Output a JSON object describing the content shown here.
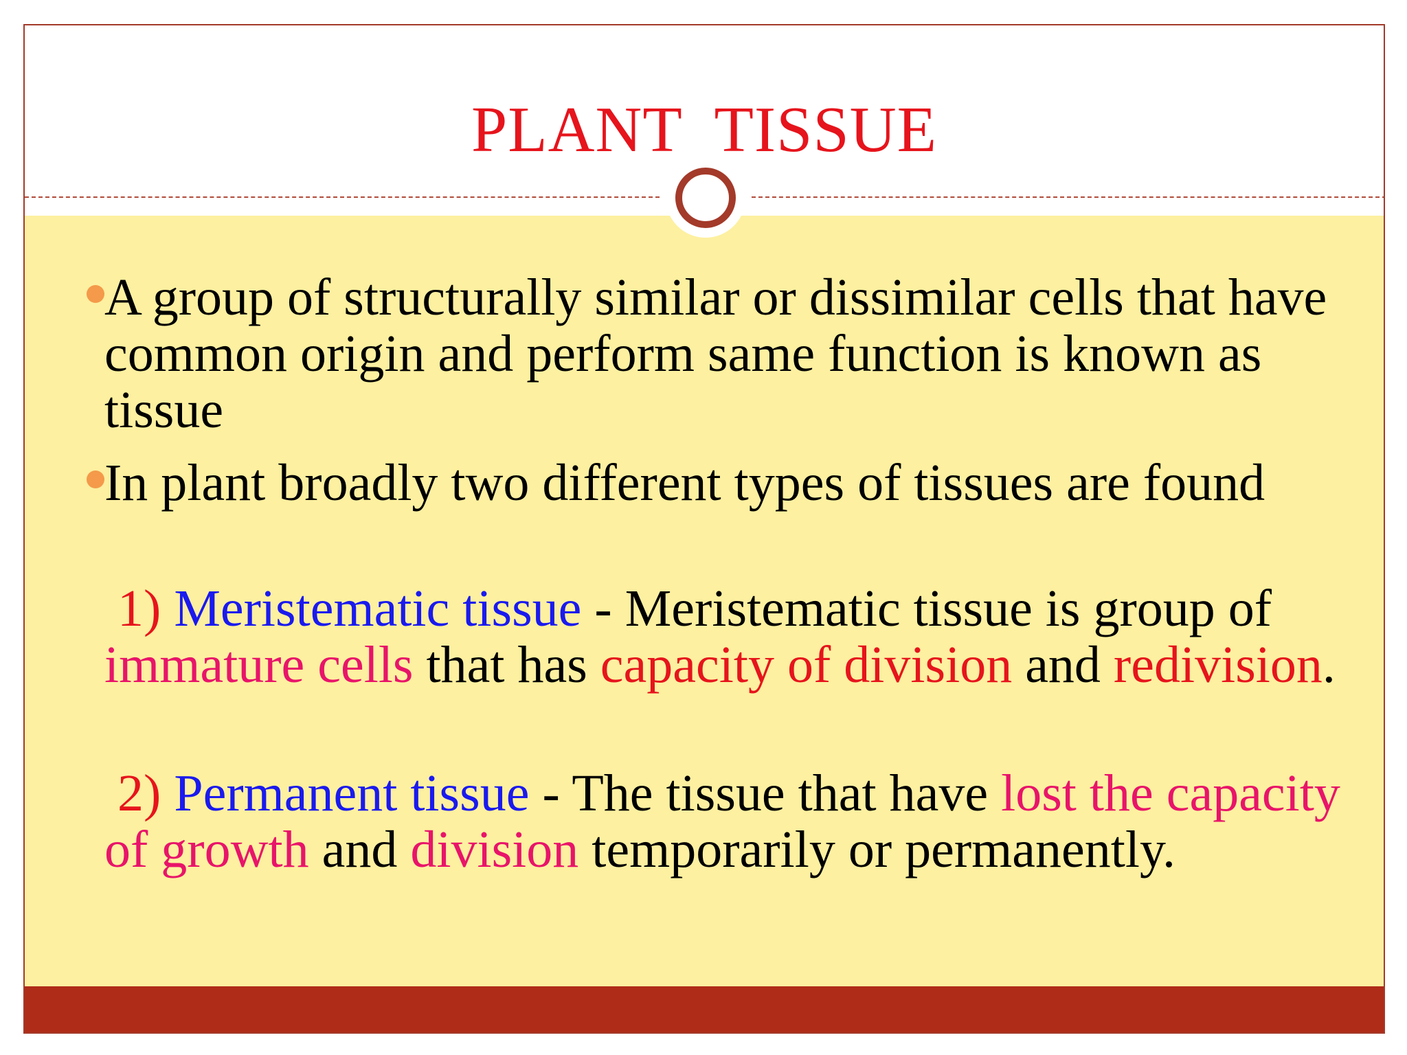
{
  "slide": {
    "title": "PLANT  TISSUE",
    "bullets": [
      {
        "text": "A group of structurally similar or dissimilar cells that have common origin and perform same function is known as tissue"
      },
      {
        "text": "In plant broadly two different types of tissues are found"
      }
    ],
    "sub_items": [
      {
        "number": "1)",
        "term": "Meristematic tissue",
        "t1": " - Meristematic tissue is group of ",
        "h1": "immature cells",
        "t2": " that has ",
        "h2": "capacity of division",
        "t3": " and ",
        "h3": "redivision",
        "t4": "."
      },
      {
        "number": "2)",
        "term": "Permanent tissue",
        "t1": " - The tissue that have ",
        "h1": "lost the capacity of growth",
        "t2": " and ",
        "h2": "division",
        "t3": " temporarily or permanently."
      }
    ]
  },
  "colors": {
    "title": "#e6141c",
    "content_background": "#fdf0a0",
    "bottom_bar": "#ae2c18",
    "bullet": "#f49a4a",
    "term": "#1a1aee",
    "highlight_pink": "#e8146a",
    "highlight_red": "#e6141c"
  },
  "icons": {
    "divider_circle": "ring-icon",
    "bullet": "dot-icon"
  }
}
